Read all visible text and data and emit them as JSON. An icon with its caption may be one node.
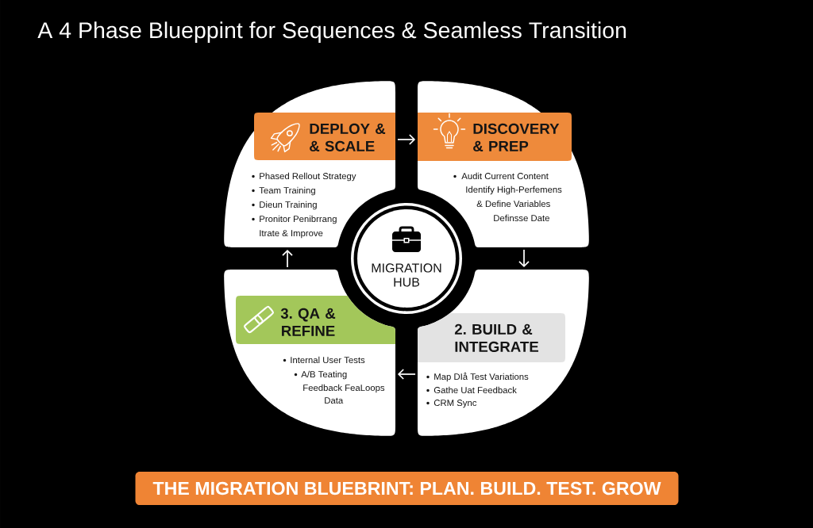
{
  "diagram": {
    "title": "A 4 Phase Blueppint for Sequences & Seamless Transition",
    "nodes": [
      {
        "text": [
          "DEPLOY & & SCALE",
          "Phased Rellout Strategy",
          "Team Training",
          "Dieun Training",
          "Pronitor Penibrrang",
          "Itrate & Improve"
        ]
      },
      {
        "text": [
          "DISCOVERY & PREP",
          "Audit Current Content",
          "Identify High-Perfemens",
          "& Define Variables",
          "Definsse Date"
        ]
      },
      {
        "text": [
          "MIGRATION HUB"
        ]
      },
      {
        "text": [
          "3. QA & REFINE",
          "Internal User Tests",
          "A/B Teating",
          "Feedback FeaLoops",
          "Data"
        ]
      },
      {
        "text": [
          "2. BUILD & INTEGRATE",
          "Map DIå Test Variations",
          "Gathe Uat Feedback",
          "CRM Sync"
        ]
      },
      {
        "text": [
          "THE MIGRATION BLUEBRINT: PLAN. BUILD. TEST. GROW"
        ]
      }
    ],
    "edges": [
      {
        "from": 0,
        "to": 1,
        "arrow": "to"
      },
      {
        "from": 1,
        "to": 4,
        "arrow": "to"
      },
      {
        "from": 4,
        "to": 3,
        "arrow": "to"
      },
      {
        "from": 3,
        "to": 0,
        "arrow": "to"
      }
    ]
  }
}
